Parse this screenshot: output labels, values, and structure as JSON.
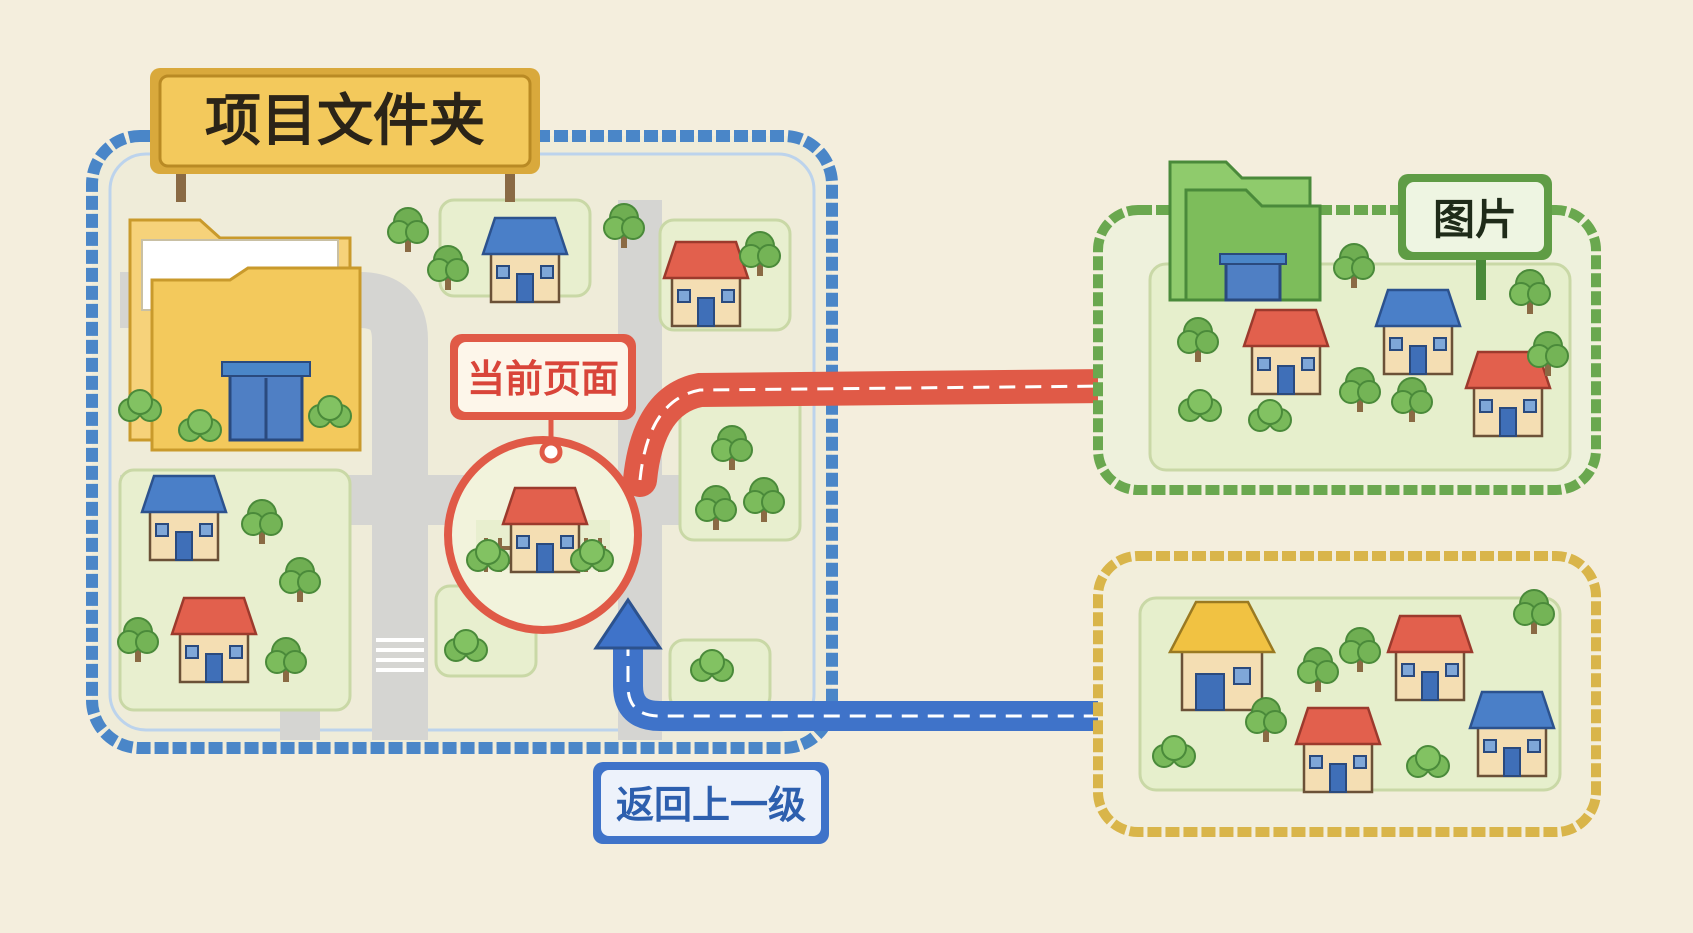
{
  "labels": {
    "project_folder": "项目文件夹",
    "current_page": "当前页面",
    "images": "图片",
    "back_up": "返回上一级"
  },
  "colors": {
    "background": "#f4eedd",
    "project_blue": "#4a86c8",
    "images_green": "#6aa84f",
    "other_yellow": "#d9b54a",
    "current_red": "#e05a47",
    "back_arrow_blue": "#3f73c9",
    "sign_yellow": "#f3c95c",
    "ground": "#e8efcf",
    "road": "#d5d5d2"
  },
  "icons": {
    "folder": "folder-icon",
    "house": "house-icon",
    "tree": "tree-icon",
    "pin": "location-pin-icon"
  }
}
